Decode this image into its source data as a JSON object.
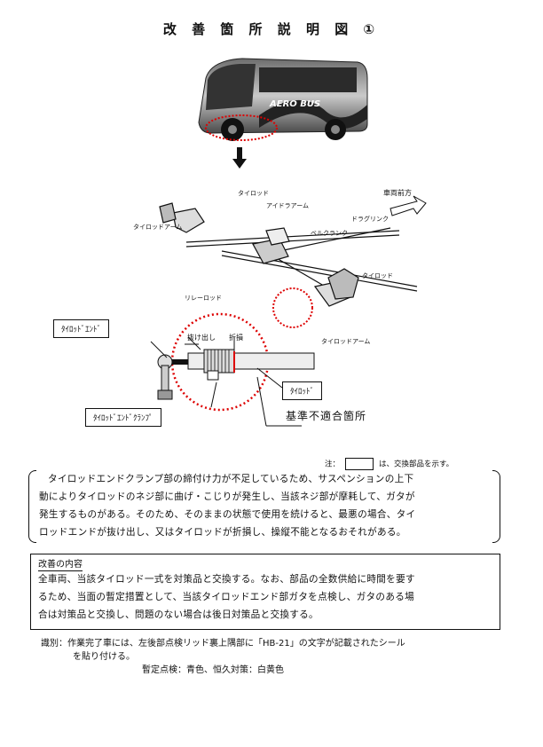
{
  "title": "改 善 箇 所 説 明 図 ①",
  "bus": {
    "logo": "AERO BUS"
  },
  "diagram": {
    "direction_label": "車両前方",
    "labels": {
      "tie_rod_top": "タイロッド",
      "idler_arm": "アイドラアーム",
      "tie_rod_arm_left": "タイロッドアーム",
      "drag_link": "ドラグリンク",
      "bell_crank": "ベルクランク",
      "relay_rod": "リレーロッド",
      "tie_rod_right": "タイロッド",
      "tie_rod_arm_right": "タイロッドアーム"
    },
    "detail": {
      "tie_rod_end": "ﾀｲﾛｯﾄﾞｴﾝﾄﾞ",
      "pull_out": "抜け出し",
      "breakage": "折損",
      "tie_rod": "ﾀｲﾛｯﾄﾞ",
      "clamp": "ﾀｲﾛｯﾄﾞｴﾝﾄﾞｸﾗﾝﾌﾟ",
      "nonconforming": "基準不適合箇所"
    }
  },
  "note": {
    "prefix": "注：",
    "suffix": "は、交換部品を示す。"
  },
  "description": {
    "lines": [
      "タイロッドエンドクランプ部の締付け力が不足しているため、サスペンションの上下",
      "動によりタイロッドのネジ部に曲げ・こじりが発生し、当該ネジ部が摩耗して、ガタが",
      "発生するものがある。そのため、そのままの状態で使用を続けると、最悪の場合、タイ",
      "ロッドエンドが抜け出し、又はタイロッドが折損し、操縦不能となるおそれがある。"
    ]
  },
  "kaizen": {
    "heading": "改善の内容",
    "lines": [
      "全車両、当該タイロッド一式を対策品と交換する。なお、部品の全数供給に時間を要す",
      "るため、当面の暫定措置として、当該タイロッドエンド部ガタを点検し、ガタのある場",
      "合は対策品と交換し、問題のない場合は後日対策品と交換する。"
    ]
  },
  "identification": {
    "line1": "識別：作業完了車には、左後部点検リッド裏上隅部に「HB-21」の文字が記載されたシール",
    "line2": "を貼り付ける。",
    "line3": "暫定点検：青色、恒久対策：白黄色"
  }
}
